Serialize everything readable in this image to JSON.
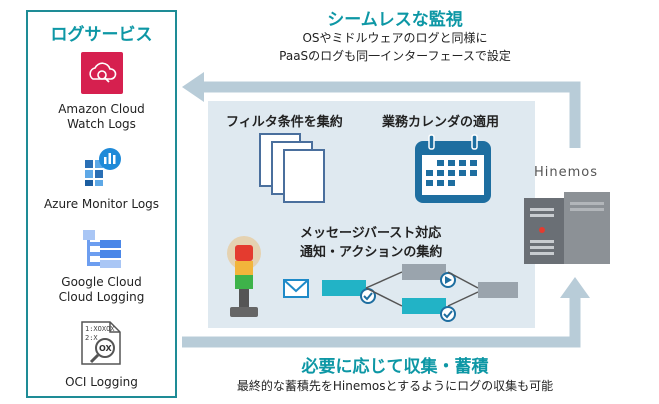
{
  "services_panel": {
    "title": "ログサービス",
    "items": [
      {
        "label_line1": "Amazon Cloud",
        "label_line2": "Watch Logs",
        "icon": "cloudwatch-logs-icon",
        "color": "#d6204f"
      },
      {
        "label_line1": "Azure Monitor Logs",
        "label_line2": "",
        "icon": "azure-monitor-icon",
        "color": "#1f8ad8"
      },
      {
        "label_line1": "Google Cloud",
        "label_line2": "Cloud Logging",
        "icon": "cloud-logging-icon",
        "color": "#4a87e8"
      },
      {
        "label_line1": "OCI Logging",
        "label_line2": "",
        "icon": "oci-logging-icon",
        "color": "#555555",
        "icon_text1": "1:XOXOX",
        "icon_text2": "2:X"
      }
    ]
  },
  "top_flow": {
    "heading": "シームレスな監視",
    "line1": "OSやミドルウェアのログと同様に",
    "line2": "PaaSのログも同一インターフェースで設定"
  },
  "bottom_flow": {
    "heading": "必要に応じて収集・蓄積",
    "line1": "最終的な蓄積先をHinemosとするようにログの収集も可能"
  },
  "process": {
    "filter_label": "フィルタ条件を集約",
    "calendar_label": "業務カレンダの適用",
    "message_label1": "メッセージバースト対応",
    "message_label2": "通知・アクションの集約"
  },
  "hinemos": {
    "label": "Hinemos"
  },
  "colors": {
    "accent": "#0d97a5",
    "arrow": "#b8ccd8",
    "process_bg": "#dfe9f0",
    "node_teal": "#22b3c6",
    "node_gray": "#9aa4ad"
  }
}
